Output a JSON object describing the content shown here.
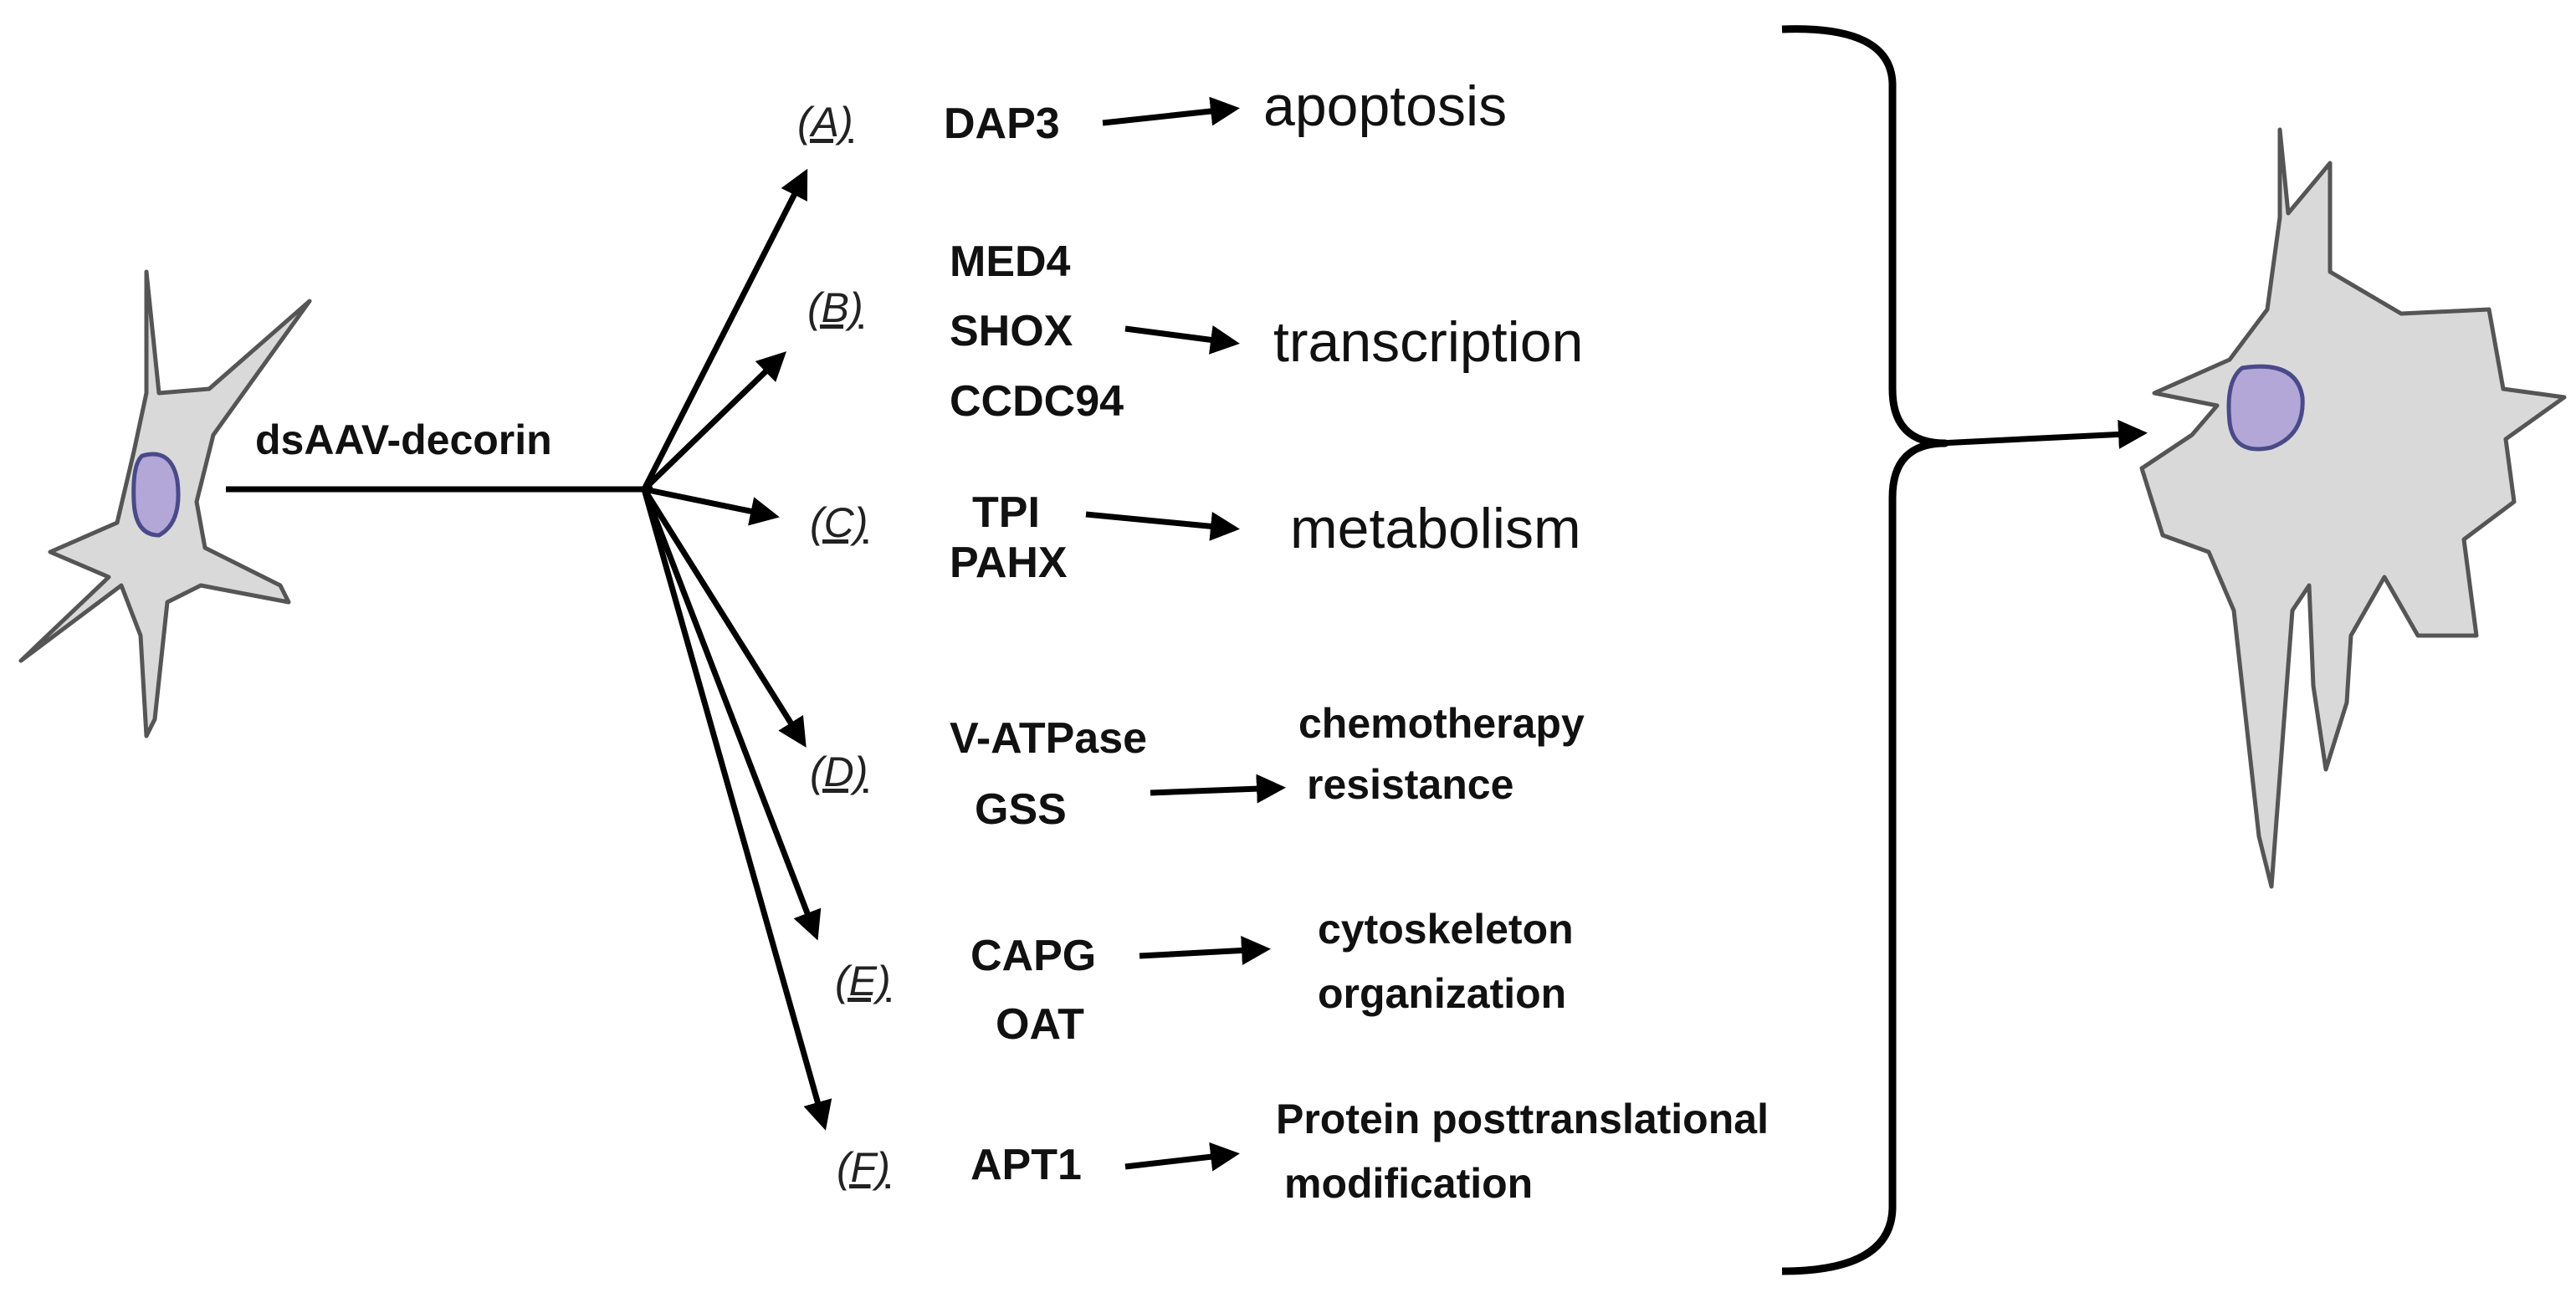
{
  "treatment": "dsAAV-decorin",
  "colors": {
    "cell_fill": "#d9d9d9",
    "cell_stroke": "#555555",
    "nucleus_fill": "#b3a7d8",
    "nucleus_stroke": "#4a4a8a",
    "arrow": "#000000"
  },
  "branches": [
    {
      "label": "(A)",
      "genes": [
        "DAP3"
      ],
      "process": [
        "apoptosis"
      ]
    },
    {
      "label": "(B)",
      "genes": [
        "MED4",
        "SHOX",
        "CCDC94"
      ],
      "process": [
        "transcription"
      ]
    },
    {
      "label": "(C)",
      "genes": [
        "TPI",
        "PAHX"
      ],
      "process": [
        "metabolism"
      ]
    },
    {
      "label": "(D)",
      "genes": [
        "V-ATPase",
        "GSS"
      ],
      "process": [
        "chemotherapy",
        "resistance"
      ]
    },
    {
      "label": "(E)",
      "genes": [
        "CAPG",
        "OAT"
      ],
      "process": [
        "cytoskeleton",
        "organization"
      ]
    },
    {
      "label": "(F)",
      "genes": [
        "APT1"
      ],
      "process": [
        "Protein posttranslational",
        "modification"
      ]
    }
  ]
}
